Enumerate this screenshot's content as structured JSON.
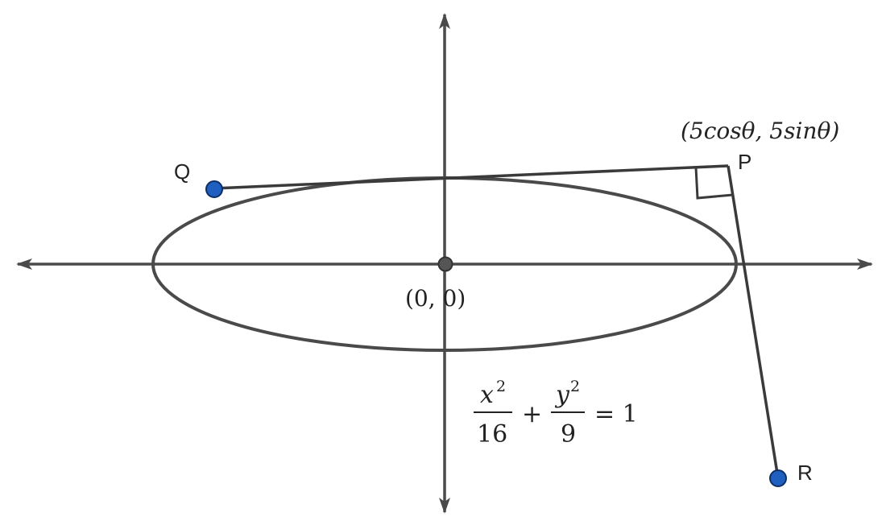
{
  "diagram": {
    "equation": {
      "x_num": "x",
      "x_exp": "2",
      "x_den": "16",
      "plus": "+",
      "y_num": "y",
      "y_exp": "2",
      "y_den": "9",
      "rhs": "= 1"
    },
    "origin_label": "(0, 0)",
    "p_coord_label": "(5cosθ, 5sinθ)",
    "points": {
      "P": "P",
      "Q": "Q",
      "R": "R"
    },
    "colors": {
      "stroke": "#4a4a4a",
      "point_fill": "#1f5fbf",
      "point_stroke": "#0d2f66",
      "origin_fill": "#555555"
    }
  }
}
